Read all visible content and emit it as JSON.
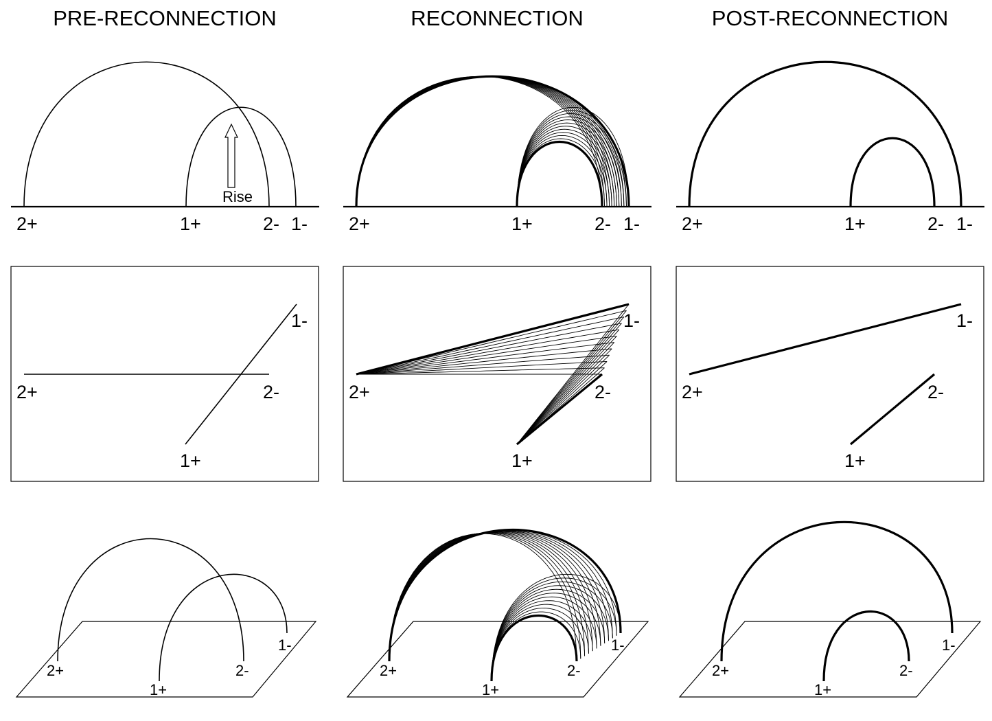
{
  "columns": [
    {
      "title": "PRE-RECONNECTION"
    },
    {
      "title": "RECONNECTION"
    },
    {
      "title": "POST-RECONNECTION"
    }
  ],
  "footpoints": {
    "p2": "2+",
    "p1": "1+",
    "m2": "2-",
    "m1": "1-"
  },
  "rise_label": "Rise"
}
